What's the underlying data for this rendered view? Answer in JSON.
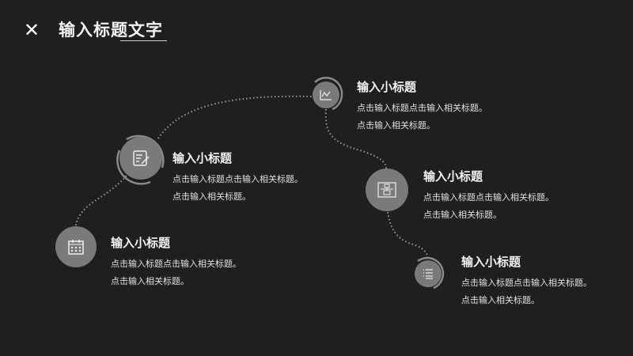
{
  "header": {
    "close_icon": "close-icon",
    "title": "输入标题文字"
  },
  "items": [
    {
      "icon": "calendar-icon",
      "title": "输入小标题",
      "line1": "点击输入标题点击输入相关标题。",
      "line2": "点击输入相关标题。"
    },
    {
      "icon": "edit-list-icon",
      "title": "输入小标题",
      "line1": "点击输入标题点击输入相关标题。",
      "line2": "点击输入相关标题。"
    },
    {
      "icon": "chart-icon",
      "title": "输入小标题",
      "line1": "点击输入标题点击输入相关标题。",
      "line2": "点击输入相关标题。"
    },
    {
      "icon": "flowchart-icon",
      "title": "输入小标题",
      "line1": "点击输入标题点击输入相关标题。",
      "line2": "点击输入相关标题。"
    },
    {
      "icon": "list-icon",
      "title": "输入小标题",
      "line1": "点击输入标题点击输入相关标题。",
      "line2": "点击输入相关标题。"
    }
  ]
}
